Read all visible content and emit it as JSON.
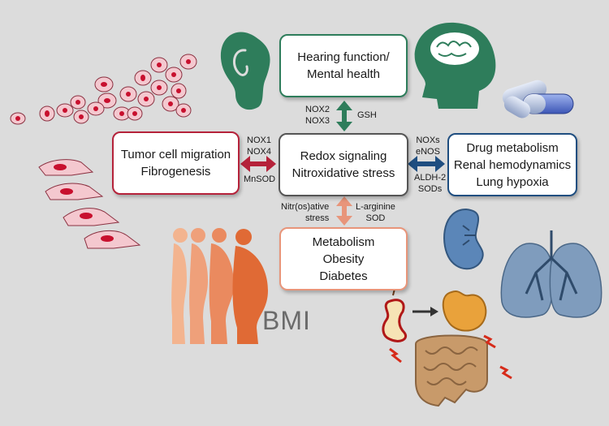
{
  "boxes": {
    "hearing": {
      "lines": [
        "Hearing function/",
        "Mental health"
      ],
      "color": "#2e7d5b"
    },
    "redox": {
      "lines": [
        "Redox signaling",
        "Nitroxidative stress"
      ],
      "color": "#555555"
    },
    "tumor": {
      "lines": [
        "Tumor cell migration",
        "Fibrogenesis"
      ],
      "color": "#b5223a"
    },
    "drug": {
      "lines": [
        "Drug metabolism",
        "Renal hemodynamics",
        "Lung hypoxia"
      ],
      "color": "#1f4e80"
    },
    "metabolism": {
      "lines": [
        "Metabolism",
        "Obesity",
        "Diabetes"
      ],
      "color": "#e8957a"
    }
  },
  "labels": {
    "top_left": [
      "NOX2",
      "NOX3"
    ],
    "top_right": "GSH",
    "left_top": [
      "NOX1",
      "NOX4"
    ],
    "left_bottom": "MnSOD",
    "right_top": [
      "NOXs",
      "eNOS"
    ],
    "right_bottom": [
      "ALDH-2",
      "SODs"
    ],
    "bottom_left": [
      "Nitr(os)ative",
      "stress"
    ],
    "bottom_right": [
      "L-arginine",
      "SOD"
    ]
  },
  "bmi_label": "BMI",
  "icons": [
    "ear-icon",
    "brain-icon",
    "capsule-icon",
    "kidney-icon",
    "lungs-icon",
    "tumor-cells-icon",
    "fibroblast-icon",
    "body-silhouettes-icon",
    "apple-core-icon",
    "stomach-icon",
    "intestine-icon"
  ]
}
